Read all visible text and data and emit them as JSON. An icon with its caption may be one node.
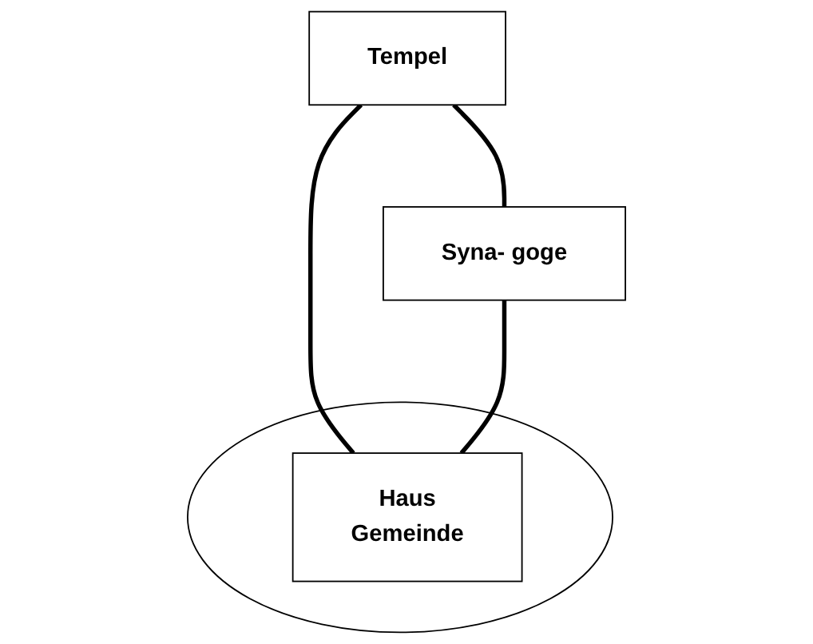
{
  "diagram": {
    "nodes": [
      {
        "text": [
          "Tempel"
        ]
      },
      {
        "text": [
          "Syna- goge"
        ]
      },
      {
        "text": [],
        "shape": "circle"
      },
      {
        "text": [
          "Haus",
          "Gemeinde"
        ],
        "in": 2
      }
    ],
    "edges": [
      {
        "from": 0,
        "to": 1,
        "arrow": "none"
      },
      {
        "from": 0,
        "to": 3,
        "arrow": "none"
      },
      {
        "from": 1,
        "to": 3,
        "arrow": "none"
      }
    ]
  }
}
